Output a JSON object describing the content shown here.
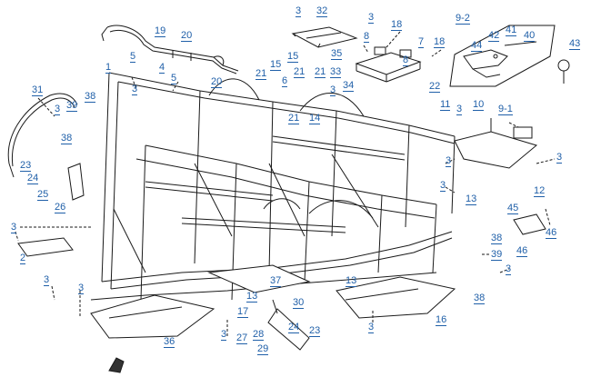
{
  "diagram": {
    "labels": [
      {
        "id": "c1",
        "text": "1"
      },
      {
        "id": "c2",
        "text": "2"
      },
      {
        "id": "c3a",
        "text": "3"
      },
      {
        "id": "c3b",
        "text": "3"
      },
      {
        "id": "c3c",
        "text": "3"
      },
      {
        "id": "c3d",
        "text": "3"
      },
      {
        "id": "c3e",
        "text": "3"
      },
      {
        "id": "c3f",
        "text": "3"
      },
      {
        "id": "c3g",
        "text": "3"
      },
      {
        "id": "c3h",
        "text": "3"
      },
      {
        "id": "c3i",
        "text": "3"
      },
      {
        "id": "c3j",
        "text": "3"
      },
      {
        "id": "c3k",
        "text": "3"
      },
      {
        "id": "c3l",
        "text": "3"
      },
      {
        "id": "c3m",
        "text": "3"
      },
      {
        "id": "c3n",
        "text": "3"
      },
      {
        "id": "c3o",
        "text": "3"
      },
      {
        "id": "c4",
        "text": "4"
      },
      {
        "id": "c5a",
        "text": "5"
      },
      {
        "id": "c5b",
        "text": "5"
      },
      {
        "id": "c6",
        "text": "6"
      },
      {
        "id": "c7",
        "text": "7"
      },
      {
        "id": "c8a",
        "text": "8"
      },
      {
        "id": "c8b",
        "text": "8"
      },
      {
        "id": "c9_1",
        "text": "9-1"
      },
      {
        "id": "c9_2",
        "text": "9-2"
      },
      {
        "id": "c10",
        "text": "10"
      },
      {
        "id": "c11",
        "text": "11"
      },
      {
        "id": "c12",
        "text": "12"
      },
      {
        "id": "c13a",
        "text": "13"
      },
      {
        "id": "c13b",
        "text": "13"
      },
      {
        "id": "c13c",
        "text": "13"
      },
      {
        "id": "c14",
        "text": "14"
      },
      {
        "id": "c15a",
        "text": "15"
      },
      {
        "id": "c15b",
        "text": "15"
      },
      {
        "id": "c16",
        "text": "16"
      },
      {
        "id": "c17",
        "text": "17"
      },
      {
        "id": "c18a",
        "text": "18"
      },
      {
        "id": "c18b",
        "text": "18"
      },
      {
        "id": "c19",
        "text": "19"
      },
      {
        "id": "c20a",
        "text": "20"
      },
      {
        "id": "c20b",
        "text": "20"
      },
      {
        "id": "c21a",
        "text": "21"
      },
      {
        "id": "c21b",
        "text": "21"
      },
      {
        "id": "c21c",
        "text": "21"
      },
      {
        "id": "c21d",
        "text": "21"
      },
      {
        "id": "c22",
        "text": "22"
      },
      {
        "id": "c23a",
        "text": "23"
      },
      {
        "id": "c23b",
        "text": "23"
      },
      {
        "id": "c24a",
        "text": "24"
      },
      {
        "id": "c24b",
        "text": "24"
      },
      {
        "id": "c25",
        "text": "25"
      },
      {
        "id": "c26",
        "text": "26"
      },
      {
        "id": "c27",
        "text": "27"
      },
      {
        "id": "c28",
        "text": "28"
      },
      {
        "id": "c29",
        "text": "29"
      },
      {
        "id": "c30",
        "text": "30"
      },
      {
        "id": "c31",
        "text": "31"
      },
      {
        "id": "c32",
        "text": "32"
      },
      {
        "id": "c33",
        "text": "33"
      },
      {
        "id": "c34",
        "text": "34"
      },
      {
        "id": "c35",
        "text": "35"
      },
      {
        "id": "c36",
        "text": "36"
      },
      {
        "id": "c37",
        "text": "37"
      },
      {
        "id": "c38a",
        "text": "38"
      },
      {
        "id": "c38b",
        "text": "38"
      },
      {
        "id": "c38c",
        "text": "38"
      },
      {
        "id": "c38d",
        "text": "38"
      },
      {
        "id": "c39a",
        "text": "39"
      },
      {
        "id": "c39b",
        "text": "39"
      },
      {
        "id": "c40",
        "text": "40"
      },
      {
        "id": "c41",
        "text": "41"
      },
      {
        "id": "c42",
        "text": "42"
      },
      {
        "id": "c43",
        "text": "43"
      },
      {
        "id": "c44",
        "text": "44"
      },
      {
        "id": "c45",
        "text": "45"
      },
      {
        "id": "c46a",
        "text": "46"
      },
      {
        "id": "c46b",
        "text": "46"
      }
    ],
    "colors": {
      "label": "#1f5fa8",
      "line": "#1a1a1a",
      "background": "#ffffff"
    }
  }
}
